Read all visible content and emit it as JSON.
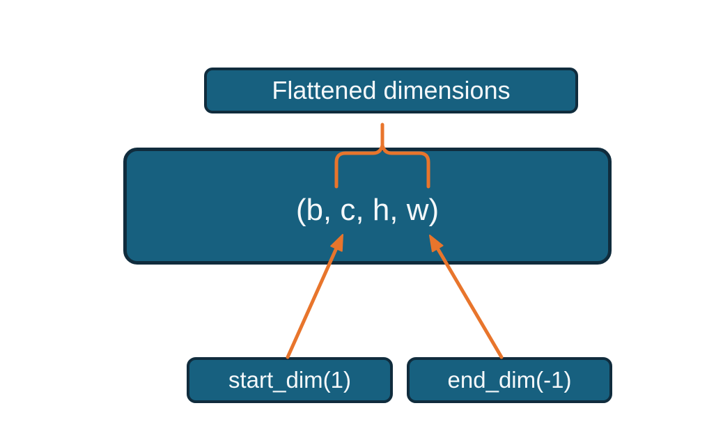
{
  "colors": {
    "background": "#FFFFFF",
    "node_fill": "#17607F",
    "node_border": "#102C3D",
    "connector_orange": "#E8752C",
    "text": "#F4F8FA"
  },
  "nodes": {
    "flattened": {
      "label": "Flattened dimensions"
    },
    "tensor": {
      "label": "(b, c, h, w)"
    },
    "start_dim": {
      "label": "start_dim(1)"
    },
    "end_dim": {
      "label": "end_dim(-1)"
    }
  },
  "connectors": {
    "brace": "curly-brace-icon",
    "start_arrow": "arrow-up-icon",
    "end_arrow": "arrow-up-icon"
  }
}
